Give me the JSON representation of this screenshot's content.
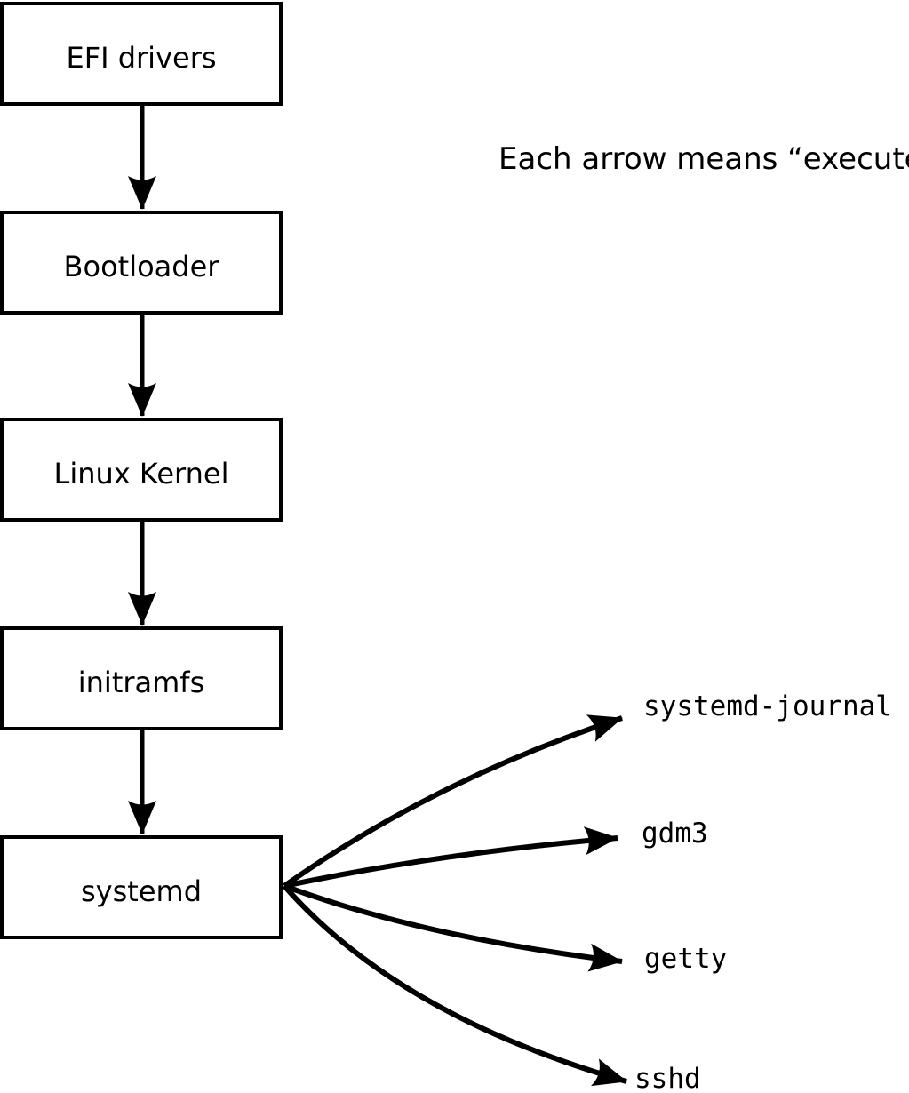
{
  "note": {
    "text": "Each arrow means “executes”."
  },
  "flow_nodes": [
    {
      "label": "EFI drivers"
    },
    {
      "label": "Bootloader"
    },
    {
      "label": "Linux Kernel"
    },
    {
      "label": "initramfs"
    },
    {
      "label": "systemd"
    }
  ],
  "spawned_processes": [
    {
      "label": "systemd-journal"
    },
    {
      "label": "gdm3"
    },
    {
      "label": "getty"
    },
    {
      "label": "sshd"
    }
  ],
  "edges": [
    {
      "from": "EFI drivers",
      "to": "Bootloader",
      "meaning": "executes"
    },
    {
      "from": "Bootloader",
      "to": "Linux Kernel",
      "meaning": "executes"
    },
    {
      "from": "Linux Kernel",
      "to": "initramfs",
      "meaning": "executes"
    },
    {
      "from": "initramfs",
      "to": "systemd",
      "meaning": "executes"
    },
    {
      "from": "systemd",
      "to": "systemd-journal",
      "meaning": "executes"
    },
    {
      "from": "systemd",
      "to": "gdm3",
      "meaning": "executes"
    },
    {
      "from": "systemd",
      "to": "getty",
      "meaning": "executes"
    },
    {
      "from": "systemd",
      "to": "sshd",
      "meaning": "executes"
    }
  ],
  "colors": {
    "background": "#ffffff",
    "box_fill": "#ffffff",
    "box_border": "#000000",
    "line": "#000000",
    "text": "#000000"
  }
}
